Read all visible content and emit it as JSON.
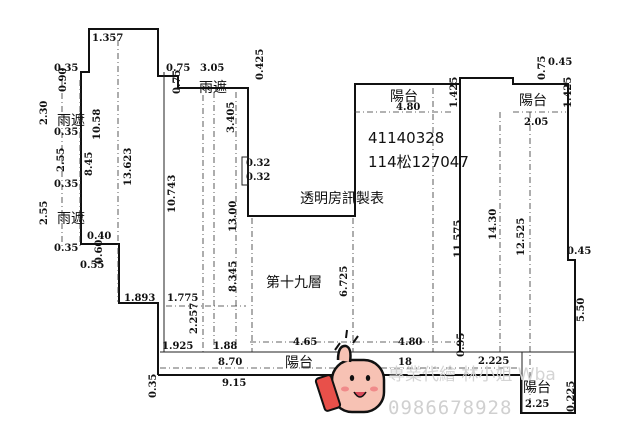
{
  "info": {
    "date_code": "41140328",
    "ref_code": "114松127047",
    "note": "透明房訊製表",
    "floor": "第十九層"
  },
  "rooms": {
    "canopy_1": "雨遮",
    "canopy_2": "雨遮",
    "canopy_3": "雨遮",
    "balcony_top": "陽台",
    "balcony_right": "陽台",
    "balcony_bottom": "陽台",
    "balcony_corner": "陽台"
  },
  "dims": {
    "d1357": "1.357",
    "d035a": "0.35",
    "d090": "0.90",
    "d230": "2.30",
    "d035b": "0.35",
    "d255a": "2.55",
    "d035c": "0.35",
    "d255b": "2.55",
    "d035d": "0.35",
    "d040": "0.40",
    "d055": "0.55",
    "d060": "0.60",
    "d1058": "10.58",
    "d845": "8.45",
    "d13623": "13.623",
    "d075a": "0.75",
    "d075b": "0.75",
    "d305": "3.05",
    "d0425": "0.425",
    "d3405": "3.405",
    "d10743": "10.743",
    "d032a": "0.32",
    "d032b": "0.32",
    "d1300": "13.00",
    "d8345": "8.345",
    "d6725": "6.725",
    "d1893": "1.893",
    "d1775": "1.775",
    "d2257": "2.257",
    "d1925": "1.925",
    "d188": "1.88",
    "d465": "4.65",
    "d480a": "4.80",
    "d870": "8.70",
    "d18": "18",
    "d915": "9.15",
    "d035e": "0.35",
    "d480b": "4.80",
    "d1425a": "1.425",
    "d075c": "0.75",
    "d045a": "0.45",
    "d1425b": "1.425",
    "d205": "2.05",
    "d11575": "11.575",
    "d1430": "14.30",
    "d12525": "12.525",
    "d045b": "0.45",
    "d550": "5.50",
    "d095": "0.95",
    "d2225": "2.225",
    "d225": "2.25",
    "d0225": "0.225"
  },
  "watermark": {
    "brand": "專業代繪 林小姐 Wba",
    "phone": "0986678928"
  }
}
